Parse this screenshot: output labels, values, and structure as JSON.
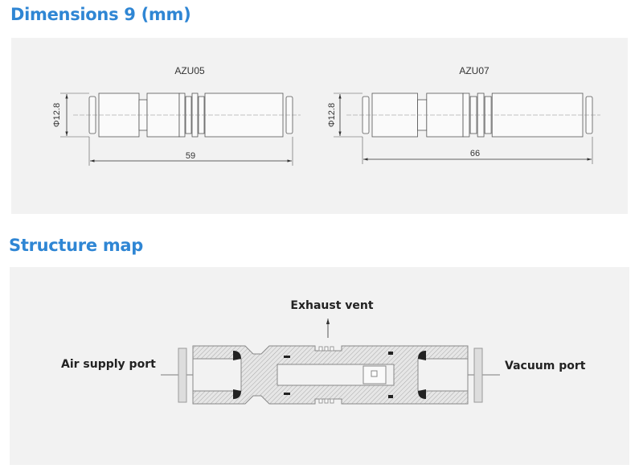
{
  "sections": {
    "dimensions_title": "Dimensions 9 (mm)",
    "structure_title": "Structure map"
  },
  "dimensions": [
    {
      "model": "AZU05",
      "diameter": "Φ12.8",
      "length": "59"
    },
    {
      "model": "AZU07",
      "diameter": "Φ12.8",
      "length": "66"
    }
  ],
  "structure": {
    "exhaust_label": "Exhaust vent",
    "air_label": "Air supply port",
    "vacuum_label": "Vacuum port"
  },
  "colors": {
    "heading": "#2f86d4",
    "panel": "#f2f2f2"
  }
}
